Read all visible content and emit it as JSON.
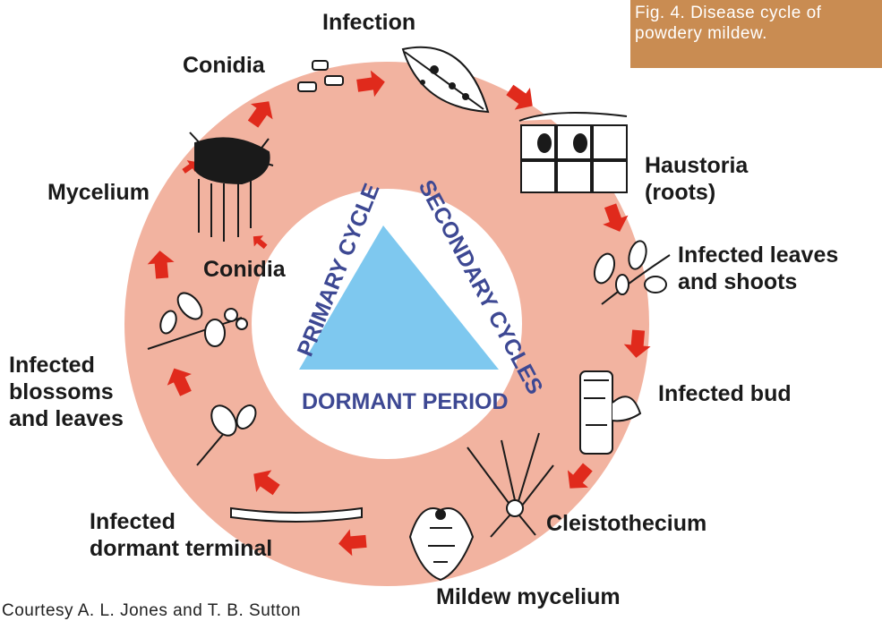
{
  "figure_caption": {
    "line1": "Fig. 4. Disease cycle of",
    "line2": "powdery mildew."
  },
  "credit": "Courtesy A. L. Jones and T. B. Sutton",
  "center": {
    "primary_cycle": "PRIMARY CYCLE",
    "secondary_cycles": "SECONDARY CYCLES",
    "dormant_period": "DORMANT PERIOD"
  },
  "stages": {
    "infection": "Infection",
    "conidia_top": "Conidia",
    "haustoria_line1": "Haustoria",
    "haustoria_line2": "(roots)",
    "mycelium": "Mycelium",
    "conidia_inner": "Conidia",
    "infected_leaves_line1": "Infected leaves",
    "infected_leaves_line2": "and shoots",
    "infected_blossoms_line1": "Infected",
    "infected_blossoms_line2": "blossoms",
    "infected_blossoms_line3": "and leaves",
    "infected_bud": "Infected bud",
    "infected_dormant_line1": "Infected",
    "infected_dormant_line2": "dormant terminal",
    "cleistothecium": "Cleistothecium",
    "mildew_mycelium": "Mildew mycelium"
  },
  "colors": {
    "ring": "#f2b3a0",
    "arrow": "#e02a1c",
    "triangle": "#7ec8ef",
    "center_text": "#3d4893",
    "caption_bg": "#c98c52"
  }
}
